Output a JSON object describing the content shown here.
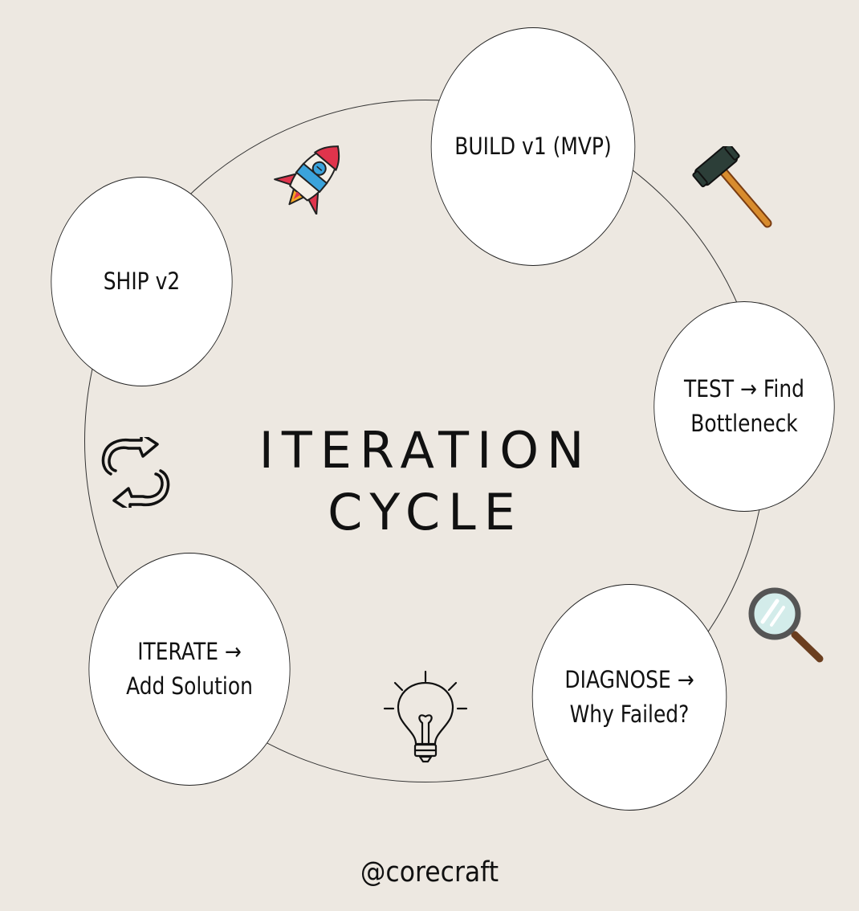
{
  "diagram": {
    "title_lines": [
      "ITERATION",
      "CYCLE"
    ],
    "nodes": [
      {
        "lines": [
          "BUILD v1 (MVP)"
        ]
      },
      {
        "lines": [
          "TEST → Find",
          "Bottleneck"
        ]
      },
      {
        "lines": [
          "DIAGNOSE →",
          "Why Failed?"
        ]
      },
      {
        "lines": [
          "ITERATE →",
          "Add Solution"
        ]
      },
      {
        "lines": [
          "SHIP v2"
        ]
      }
    ],
    "icons": [
      "hammer-icon",
      "magnifier-icon",
      "lightbulb-icon",
      "refresh-icon",
      "rocket-icon"
    ]
  },
  "footer": {
    "handle": "@corecraft"
  },
  "colors": {
    "background": "#ede8e1",
    "node_fill": "#ffffff",
    "stroke": "#222222"
  }
}
